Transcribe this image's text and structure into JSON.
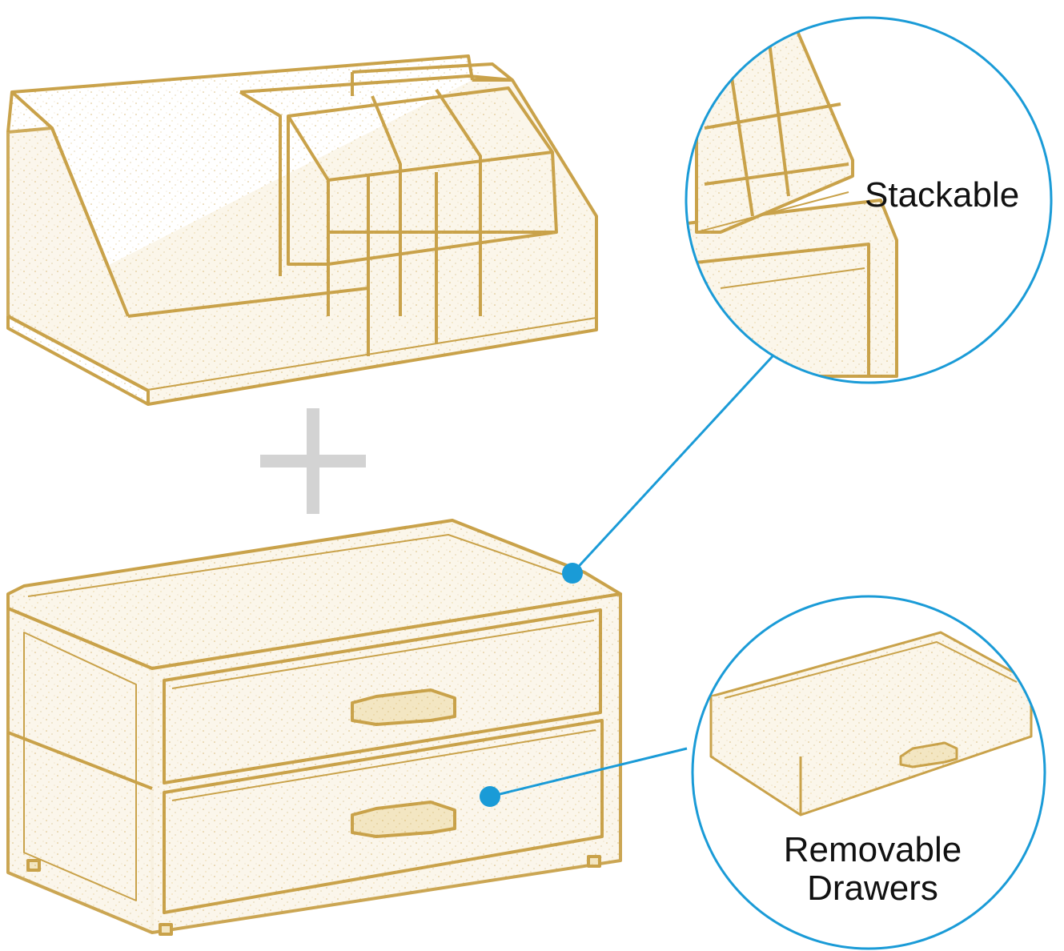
{
  "colors": {
    "gold": "#c9a24a",
    "gold_dark": "#b08a32",
    "tint": "#fbf6ea",
    "callout_blue": "#1a9bd7",
    "plus_gray": "#d3d3d3",
    "text": "#111111"
  },
  "icons": [
    "plus-icon"
  ],
  "callouts": {
    "stackable": {
      "label": "Stackable"
    },
    "removable": {
      "line1": "Removable",
      "line2": "Drawers"
    }
  }
}
